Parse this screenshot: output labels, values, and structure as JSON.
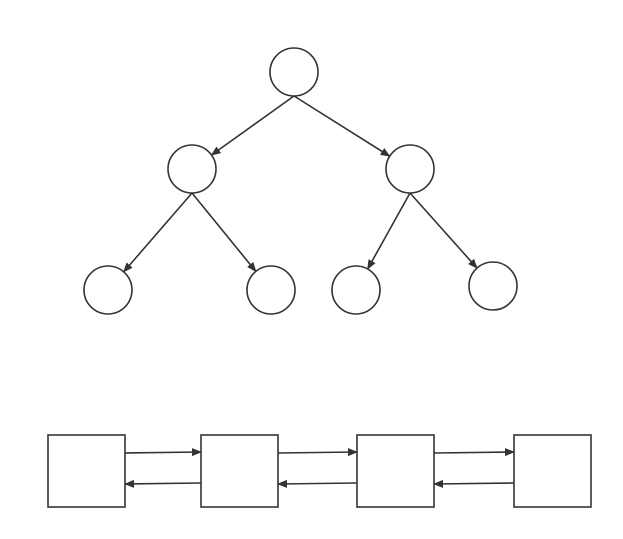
{
  "diagram": {
    "tree": {
      "nodes": [
        {
          "id": "root"
        },
        {
          "id": "left-child"
        },
        {
          "id": "right-child"
        },
        {
          "id": "left-left-leaf"
        },
        {
          "id": "left-right-leaf"
        },
        {
          "id": "right-left-leaf"
        },
        {
          "id": "right-right-leaf"
        }
      ],
      "edges": [
        {
          "from": "root",
          "to": "left-child"
        },
        {
          "from": "root",
          "to": "right-child"
        },
        {
          "from": "left-child",
          "to": "left-left-leaf"
        },
        {
          "from": "left-child",
          "to": "left-right-leaf"
        },
        {
          "from": "right-child",
          "to": "right-left-leaf"
        },
        {
          "from": "right-child",
          "to": "right-right-leaf"
        }
      ]
    },
    "linked_list": {
      "nodes": [
        {
          "id": "list-node-1"
        },
        {
          "id": "list-node-2"
        },
        {
          "id": "list-node-3"
        },
        {
          "id": "list-node-4"
        }
      ],
      "links": [
        {
          "from": "list-node-1",
          "to": "list-node-2",
          "direction": "forward"
        },
        {
          "from": "list-node-2",
          "to": "list-node-1",
          "direction": "backward"
        },
        {
          "from": "list-node-2",
          "to": "list-node-3",
          "direction": "forward"
        },
        {
          "from": "list-node-3",
          "to": "list-node-2",
          "direction": "backward"
        },
        {
          "from": "list-node-3",
          "to": "list-node-4",
          "direction": "forward"
        },
        {
          "from": "list-node-4",
          "to": "list-node-3",
          "direction": "backward"
        }
      ]
    }
  }
}
